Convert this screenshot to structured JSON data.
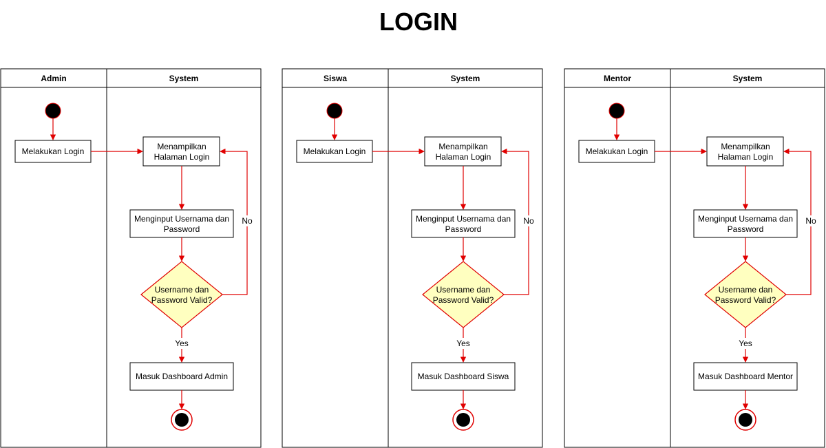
{
  "title": "LOGIN",
  "colors": {
    "flow": "#e00000",
    "decision_fill": "#ffffc0",
    "start": "#000000",
    "border": "#000000"
  },
  "diagrams": [
    {
      "actor": "Admin",
      "system": "System",
      "start_action": "Melakukan Login",
      "show_login": [
        "Menampilkan",
        "Halaman Login"
      ],
      "input": [
        "Menginput Usernama dan",
        "Password"
      ],
      "decision": [
        "Username dan",
        "Password Valid?"
      ],
      "no_label": "No",
      "yes_label": "Yes",
      "result": "Masuk Dashboard Admin"
    },
    {
      "actor": "Siswa",
      "system": "System",
      "start_action": "Melakukan Login",
      "show_login": [
        "Menampilkan",
        "Halaman Login"
      ],
      "input": [
        "Menginput Usernama dan",
        "Password"
      ],
      "decision": [
        "Username dan",
        "Password Valid?"
      ],
      "no_label": "No",
      "yes_label": "Yes",
      "result": "Masuk Dashboard Siswa"
    },
    {
      "actor": "Mentor",
      "system": "System",
      "start_action": "Melakukan Login",
      "show_login": [
        "Menampilkan",
        "Halaman Login"
      ],
      "input": [
        "Menginput Usernama dan",
        "Password"
      ],
      "decision": [
        "Username dan",
        "Password Valid?"
      ],
      "no_label": "No",
      "yes_label": "Yes",
      "result": "Masuk Dashboard Mentor"
    }
  ]
}
